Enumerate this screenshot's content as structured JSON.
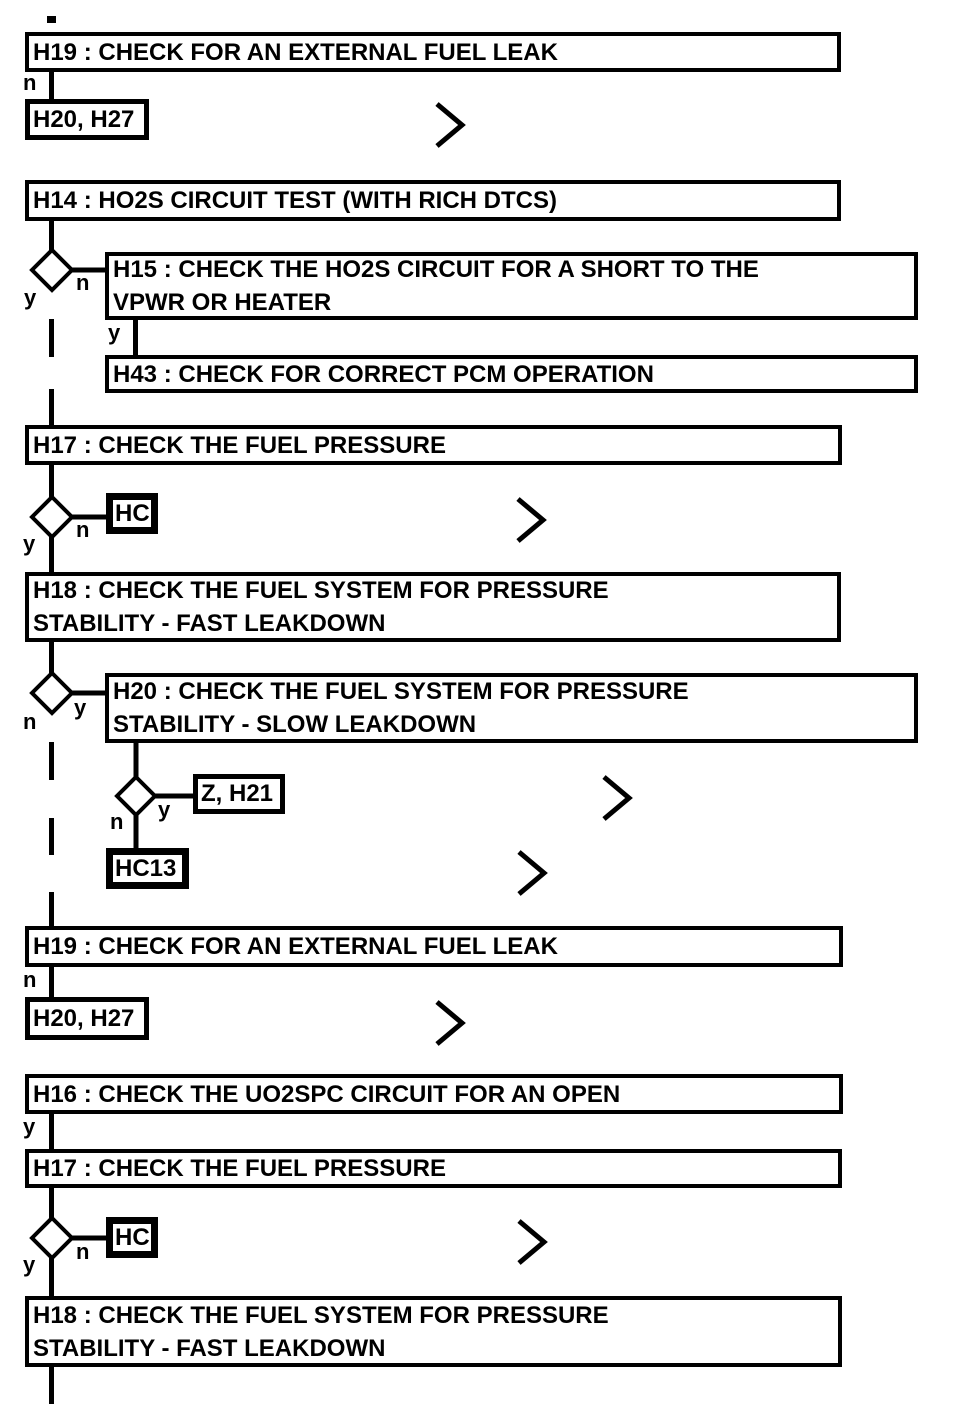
{
  "labels": {
    "yes": "y",
    "no": "n"
  },
  "steps": {
    "h19": "H19 : CHECK FOR AN EXTERNAL FUEL LEAK",
    "h14": "H14 : HO2S CIRCUIT TEST (WITH RICH DTCS)",
    "h15_line1": "H15 : CHECK THE HO2S CIRCUIT FOR A SHORT TO THE",
    "h15_line2": "VPWR OR HEATER",
    "h43": "H43 : CHECK FOR CORRECT PCM OPERATION",
    "h17": "H17 : CHECK THE FUEL PRESSURE",
    "h18_line1": "H18 : CHECK THE FUEL SYSTEM FOR PRESSURE",
    "h18_line2": "STABILITY - FAST LEAKDOWN",
    "h20_line1": "H20 : CHECK THE FUEL SYSTEM FOR PRESSURE",
    "h20_line2": "STABILITY - SLOW LEAKDOWN",
    "h16": "H16 : CHECK THE UO2SPC CIRCUIT FOR AN OPEN"
  },
  "results": {
    "h20_h27": "H20, H27",
    "hc": "HC",
    "z_h21": "Z, H21",
    "hc13": "HC13"
  },
  "colors": {
    "ink": "#000000",
    "background": "#ffffff"
  }
}
